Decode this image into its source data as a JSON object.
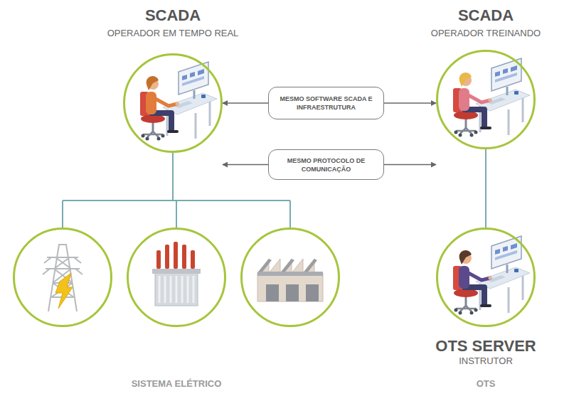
{
  "diagram": {
    "nodes": [
      {
        "text": [
          "SCADA",
          "OPERADOR EM TEMPO REAL"
        ]
      },
      {
        "text": [
          "MESMO SOFTWARE SCADA E INFRAESTRUTURA"
        ]
      },
      {
        "text": [
          "SCADA",
          "OPERADOR TREINANDO"
        ]
      },
      {
        "text": [
          "MESMO PROTOCOLO DE COMUNICAÇÃO"
        ]
      },
      {
        "text": [
          "OTS SERVER",
          "INSTRUTOR"
        ]
      }
    ],
    "edges": [
      {
        "from": 1,
        "to": 0,
        "arrow": "to"
      },
      {
        "from": 1,
        "to": 2,
        "arrow": "to"
      },
      {
        "from": 3,
        "to": 0,
        "arrow": "to"
      },
      {
        "from": 3,
        "to": 2,
        "arrow": "to"
      },
      {
        "from": 2,
        "to": 4,
        "arrow": "none"
      }
    ],
    "labels": [
      "SISTEMA ELÉTRICO",
      "OTS"
    ]
  }
}
